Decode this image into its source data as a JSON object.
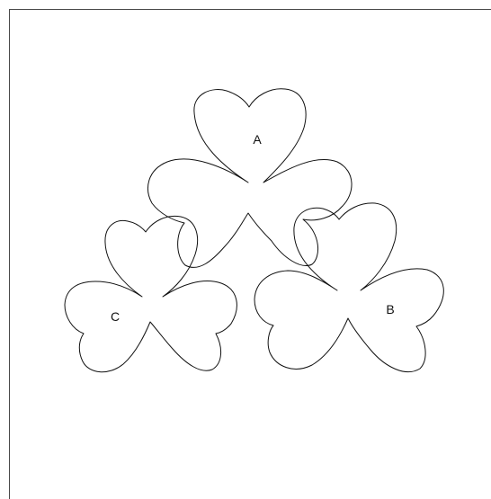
{
  "diagram": {
    "shapes": [
      {
        "id": "A",
        "label": "A"
      },
      {
        "id": "B",
        "label": "B"
      },
      {
        "id": "C",
        "label": "C"
      }
    ]
  },
  "colors": {
    "stroke": "#111111",
    "frame": "#4a4a4a",
    "background": "#ffffff"
  }
}
